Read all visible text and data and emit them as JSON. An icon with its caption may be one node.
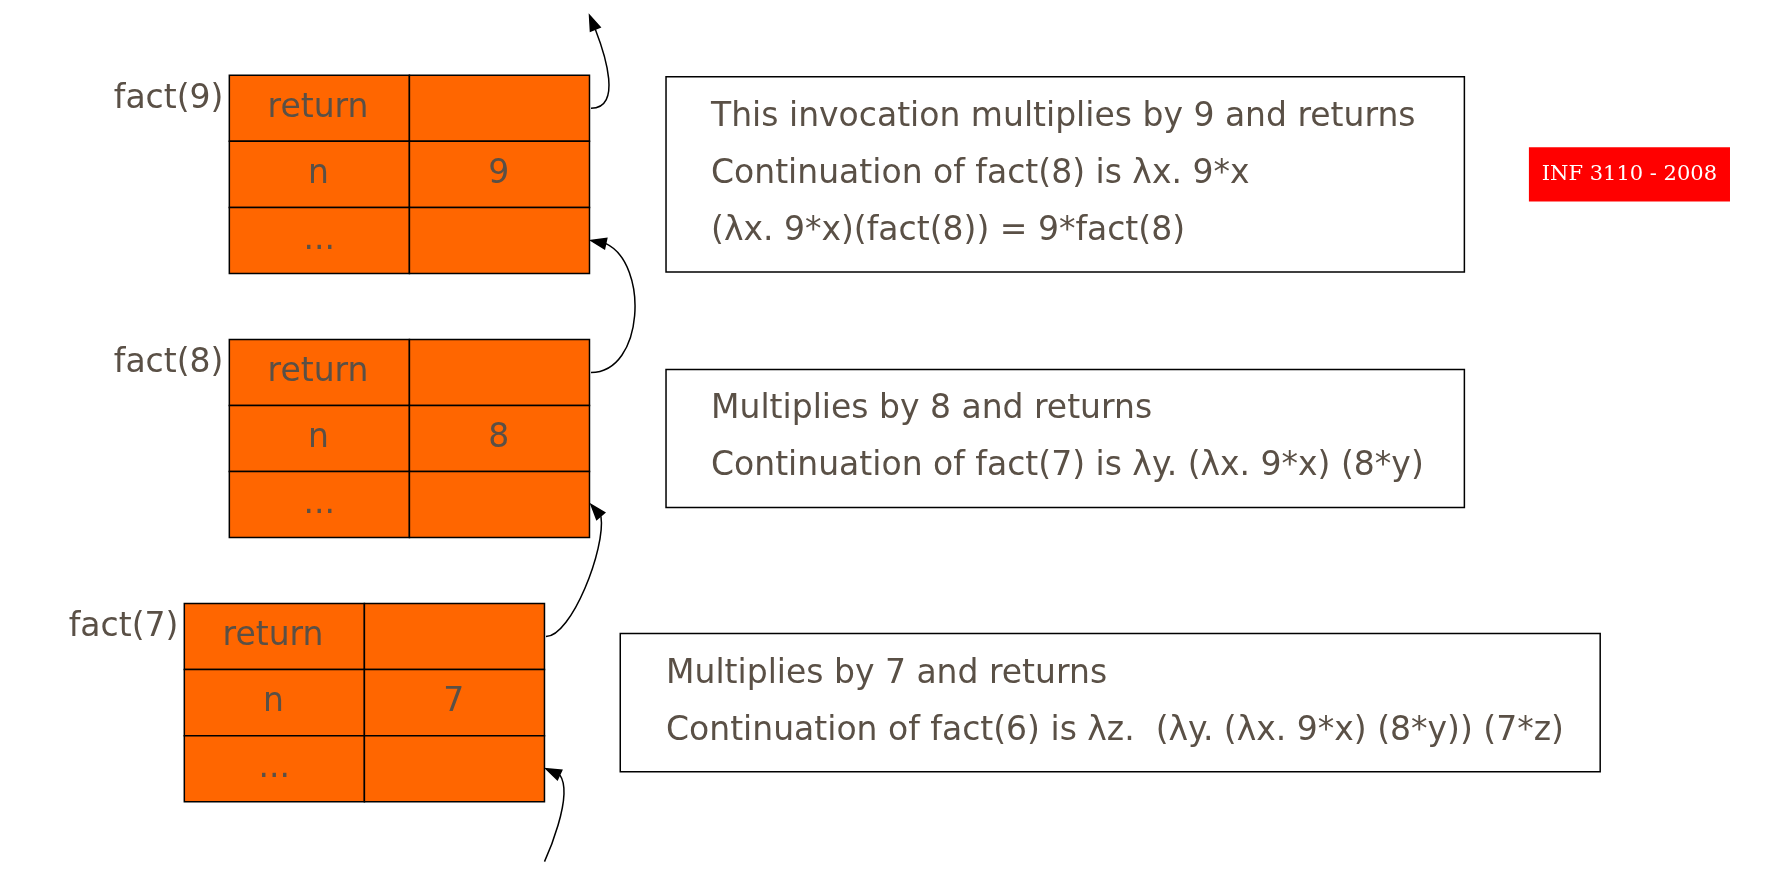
{
  "diagram": {
    "nodes": [
      {
        "text": [
          "return",
          "n",
          "9",
          "..."
        ],
        "beside": [
          "fact(9)"
        ]
      },
      {
        "text": [
          "This invocation multiplies by 9 and returns",
          "Continuation of fact(8) is λx. 9*x",
          "(λx. 9*x)(fact(8)) = 9*fact(8)"
        ]
      },
      {
        "text": [
          "return",
          "n",
          "8",
          "..."
        ],
        "beside": [
          "fact(8)"
        ]
      },
      {
        "text": [
          "Multiplies by 8 and returns",
          "Continuation of fact(7) is λy. (λx. 9*x) (8*y)"
        ]
      },
      {
        "text": [
          "return",
          "n",
          "7",
          "..."
        ],
        "beside": [
          "fact(7)"
        ]
      },
      {
        "text": [
          "Multiplies by 7 and returns",
          "Continuation of fact(6) is λz.  (λy. (λx. 9*x) (8*y)) (7*z)"
        ]
      }
    ],
    "edges": [
      {
        "from": 0,
        "to": null,
        "arrow": "to"
      },
      {
        "from": 2,
        "to": 0,
        "arrow": "to"
      },
      {
        "from": 4,
        "to": 2,
        "arrow": "to"
      },
      {
        "from": null,
        "to": 4,
        "arrow": "to"
      }
    ],
    "labels": [
      "INF 3110 - 2008"
    ]
  }
}
